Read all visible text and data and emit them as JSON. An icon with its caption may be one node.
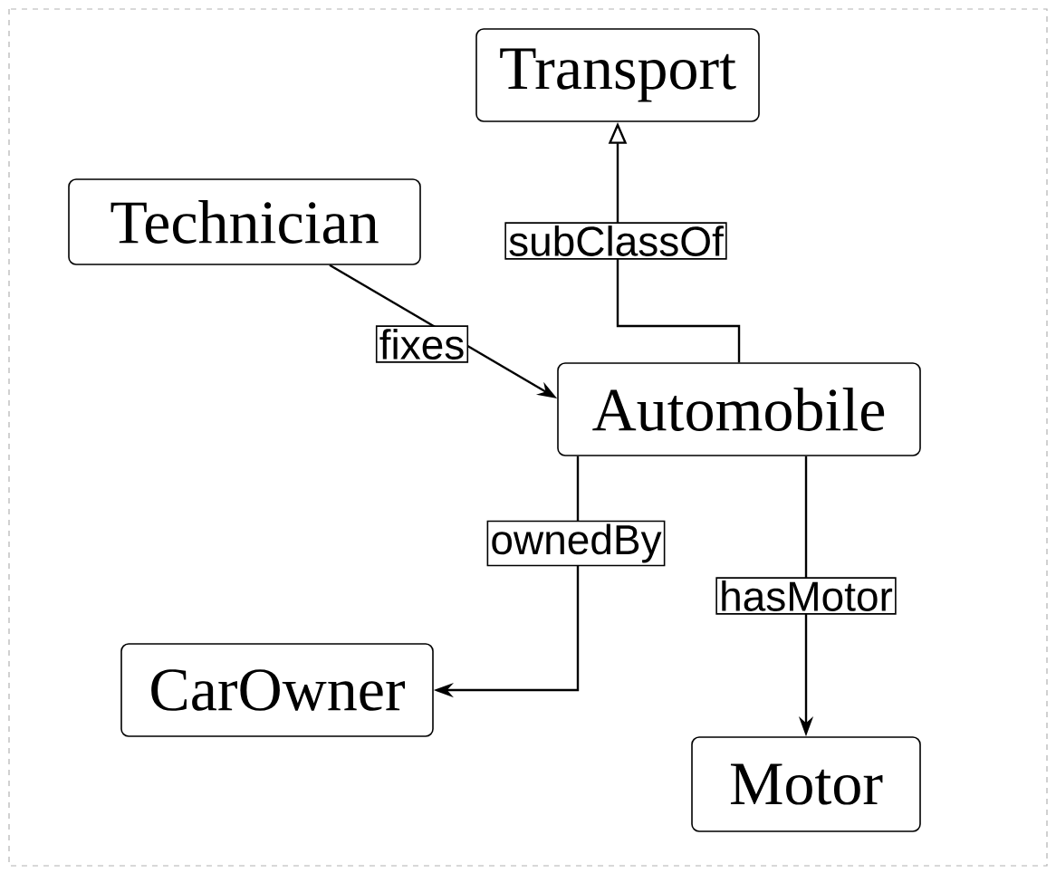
{
  "diagram": {
    "nodes": [
      {
        "text": [
          "Transport"
        ]
      },
      {
        "text": [
          "Technician"
        ]
      },
      {
        "text": [
          "Automobile"
        ]
      },
      {
        "text": [
          "CarOwner"
        ]
      },
      {
        "text": [
          "Motor"
        ]
      }
    ],
    "edges": [
      {
        "from": 2,
        "to": 0,
        "arrow": "to",
        "label": "subClassOf"
      },
      {
        "from": 1,
        "to": 2,
        "arrow": "to",
        "label": "fixes"
      },
      {
        "from": 2,
        "to": 3,
        "arrow": "to",
        "label": "ownedBy"
      },
      {
        "from": 2,
        "to": 4,
        "arrow": "to",
        "label": "hasMotor"
      }
    ]
  }
}
